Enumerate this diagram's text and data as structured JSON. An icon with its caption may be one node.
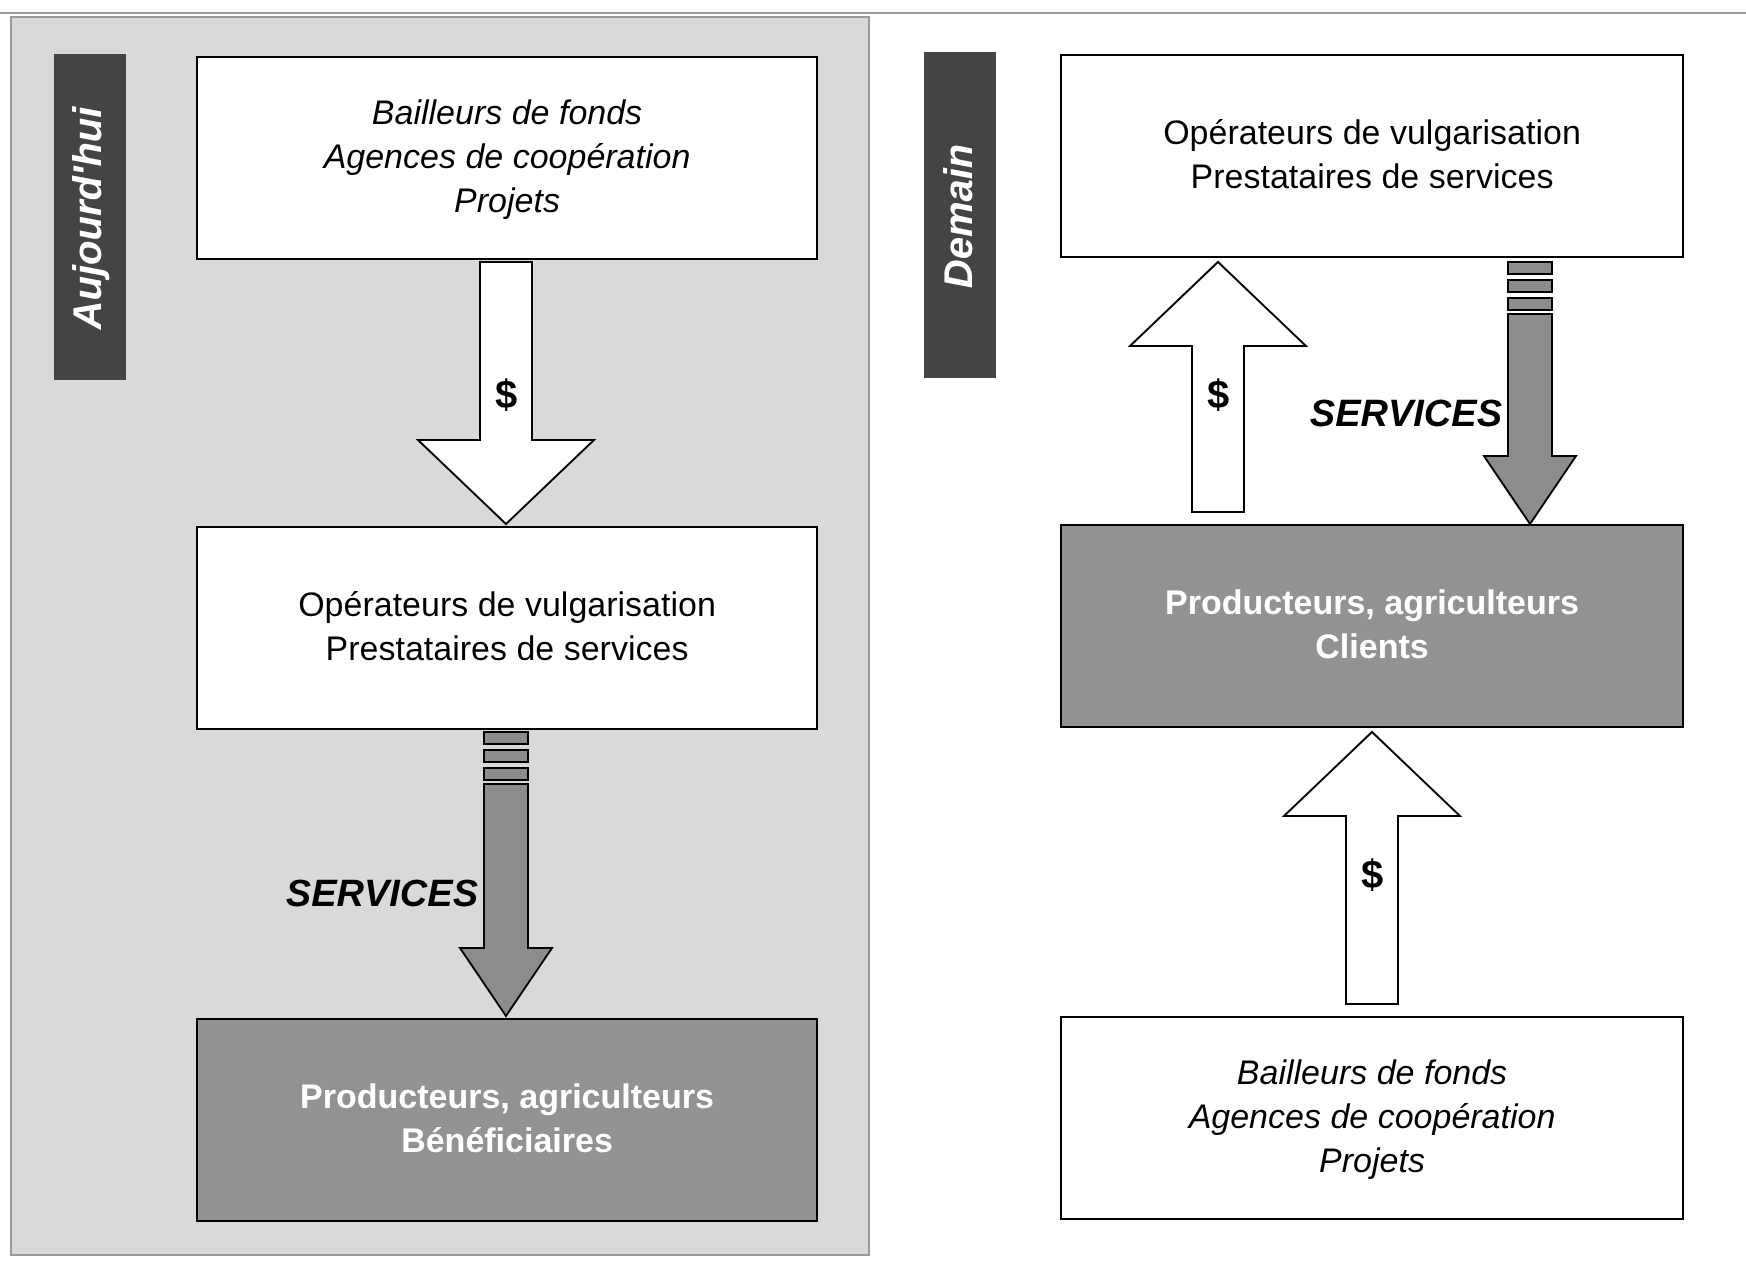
{
  "diagram": {
    "nodes": [
      {
        "text": [],
        "shape": "box"
      },
      {
        "text": [
          "Aujourd'hui"
        ],
        "in": 0
      },
      {
        "text": [
          "Bailleurs de fonds",
          "Agences de coopération",
          "Projets"
        ],
        "in": 0
      },
      {
        "text": [
          "Opérateurs de vulgarisation",
          "Prestataires de services"
        ],
        "in": 0
      },
      {
        "text": [
          "Producteurs, agriculteurs",
          "Bénéficiaires"
        ],
        "in": 0
      },
      {
        "text": [
          "Demain"
        ]
      },
      {
        "text": [
          "Opérateurs de vulgarisation",
          "Prestataires de services"
        ]
      },
      {
        "text": [
          "Producteurs, agriculteurs",
          "Clients"
        ]
      },
      {
        "text": [
          "Bailleurs de fonds",
          "Agences de coopération",
          "Projets"
        ]
      }
    ],
    "edges": [
      {
        "from": 2,
        "to": 3,
        "arrow": "to",
        "label": "$"
      },
      {
        "from": 3,
        "to": 4,
        "arrow": "to",
        "label": "SERVICES",
        "color": "#8c8c8c"
      },
      {
        "from": 7,
        "to": 6,
        "arrow": "to",
        "label": "$"
      },
      {
        "from": 6,
        "to": 7,
        "arrow": "to",
        "label": "SERVICES",
        "color": "#8c8c8c"
      },
      {
        "from": 8,
        "to": 7,
        "arrow": "to",
        "label": "$"
      }
    ]
  }
}
